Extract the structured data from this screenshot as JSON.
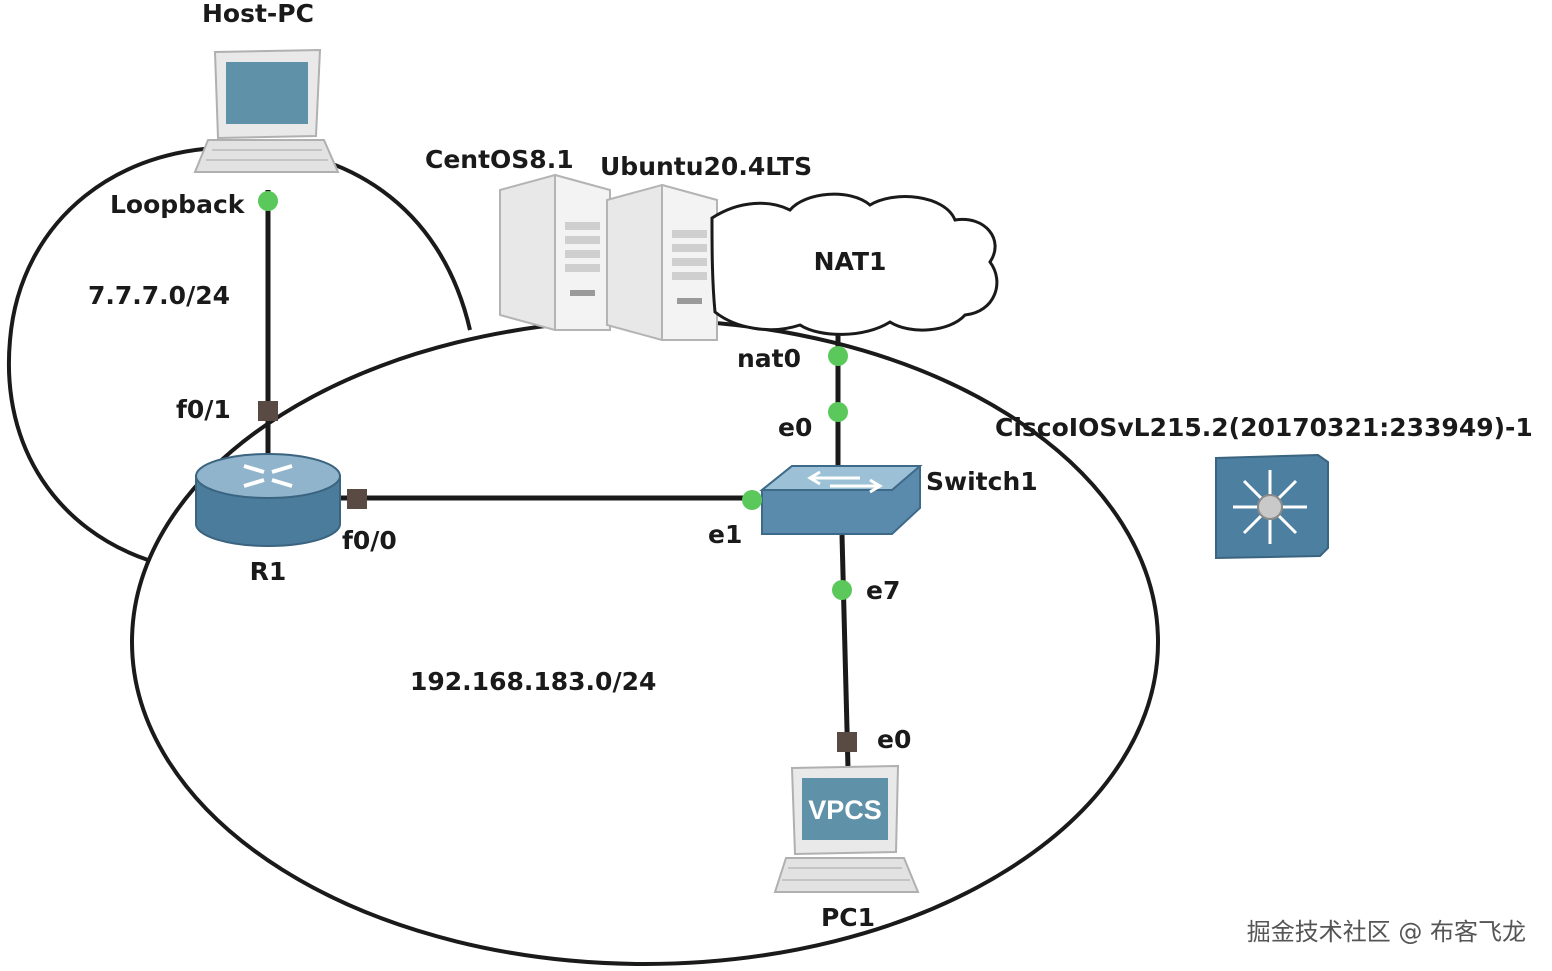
{
  "nodes": {
    "host_pc": "Host-PC",
    "centos": "CentOS8.1",
    "ubuntu": "Ubuntu20.4LTS",
    "nat": "NAT1",
    "router": "R1",
    "switch": "Switch1",
    "pc1": "PC1",
    "pc1_screen": "VPCS",
    "l3switch": "CiscoIOSvL215.2(20170321:233949)-1"
  },
  "ports": {
    "loopback": "Loopback",
    "r1_f0_1": "f0/1",
    "r1_f0_0": "f0/0",
    "nat0": "nat0",
    "sw_e0": "e0",
    "sw_e1": "e1",
    "sw_e7": "e7",
    "pc1_e0": "e0"
  },
  "networks": {
    "net_a": "7.7.7.0/24",
    "net_b": "192.168.183.0/24"
  },
  "watermark": "掘金技术社区 @ 布客飞龙",
  "colors": {
    "link": "#1a1a1a",
    "port_up": "#5ac85a",
    "port_stopped": "#5a4a44",
    "device_blue": "#4d7fa0",
    "server_gray": "#e6e6e6"
  }
}
